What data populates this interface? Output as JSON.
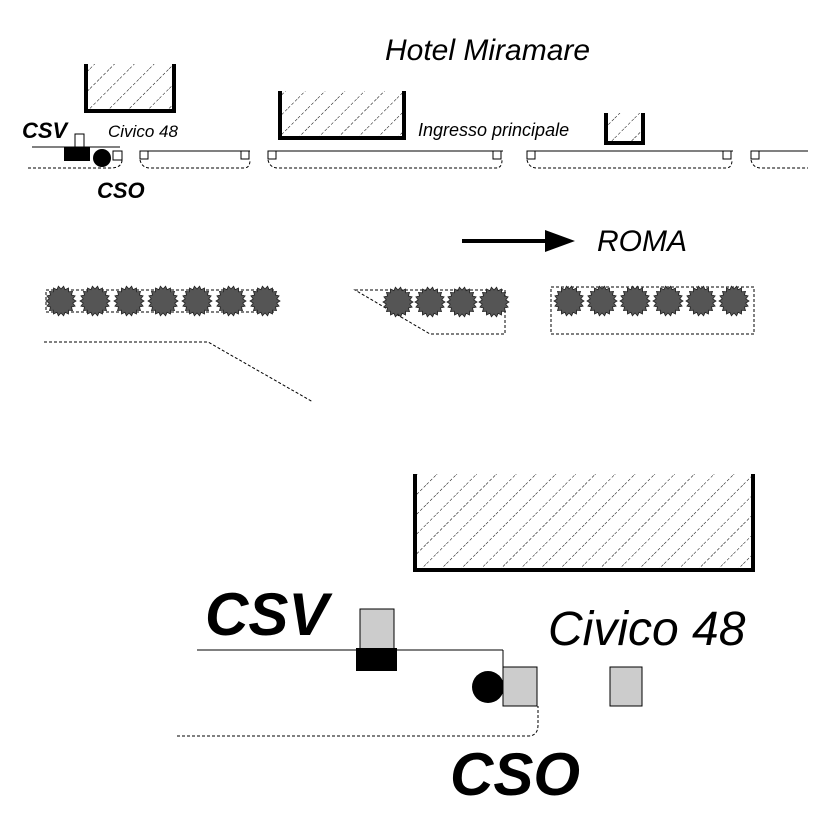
{
  "overview": {
    "hotel_name": "Hotel Miramare",
    "csv_label": "CSV",
    "cso_label": "CSO",
    "civic_label": "Civico 48",
    "entrance_label": "Ingresso principale",
    "direction_label": "ROMA"
  },
  "detail": {
    "csv_label": "CSV",
    "cso_label": "CSO",
    "civic_label": "Civico 48"
  },
  "colors": {
    "ink": "#000000",
    "bush_fill": "#555555",
    "box_fill": "#cccccc",
    "background": "#ffffff"
  }
}
